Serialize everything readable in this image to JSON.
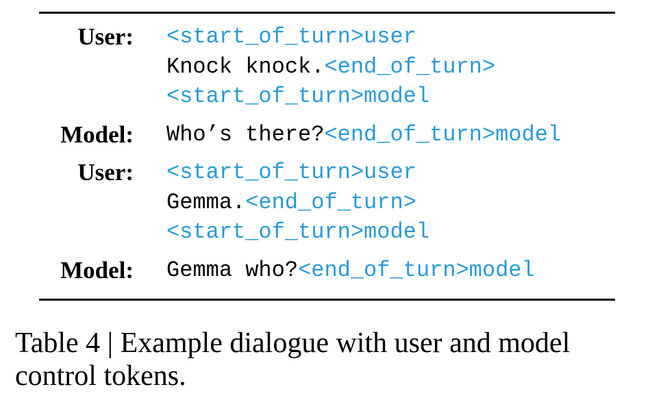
{
  "colors": {
    "token": "#2a9ad6",
    "text": "#000000"
  },
  "dialogue": [
    {
      "speaker": "User:",
      "lines": [
        [
          {
            "t": "<start_of_turn>user",
            "token": true
          }
        ],
        [
          {
            "t": "Knock knock.",
            "token": false
          },
          {
            "t": "<end_of_turn>",
            "token": true
          }
        ],
        [
          {
            "t": "<start_of_turn>model",
            "token": true
          }
        ]
      ]
    },
    {
      "speaker": "Model:",
      "lines": [
        [
          {
            "t": "Who’s there?",
            "token": false
          },
          {
            "t": "<end_of_turn>model",
            "token": true
          }
        ]
      ]
    },
    {
      "speaker": "User:",
      "lines": [
        [
          {
            "t": "<start_of_turn>user",
            "token": true
          }
        ],
        [
          {
            "t": "Gemma.",
            "token": false
          },
          {
            "t": "<end_of_turn>",
            "token": true
          }
        ],
        [
          {
            "t": "<start_of_turn>model",
            "token": true
          }
        ]
      ]
    },
    {
      "speaker": "Model:",
      "lines": [
        [
          {
            "t": "Gemma who?",
            "token": false
          },
          {
            "t": "<end_of_turn>model",
            "token": true
          }
        ]
      ]
    }
  ],
  "caption": "Table 4 | Example dialogue with user and model control tokens."
}
